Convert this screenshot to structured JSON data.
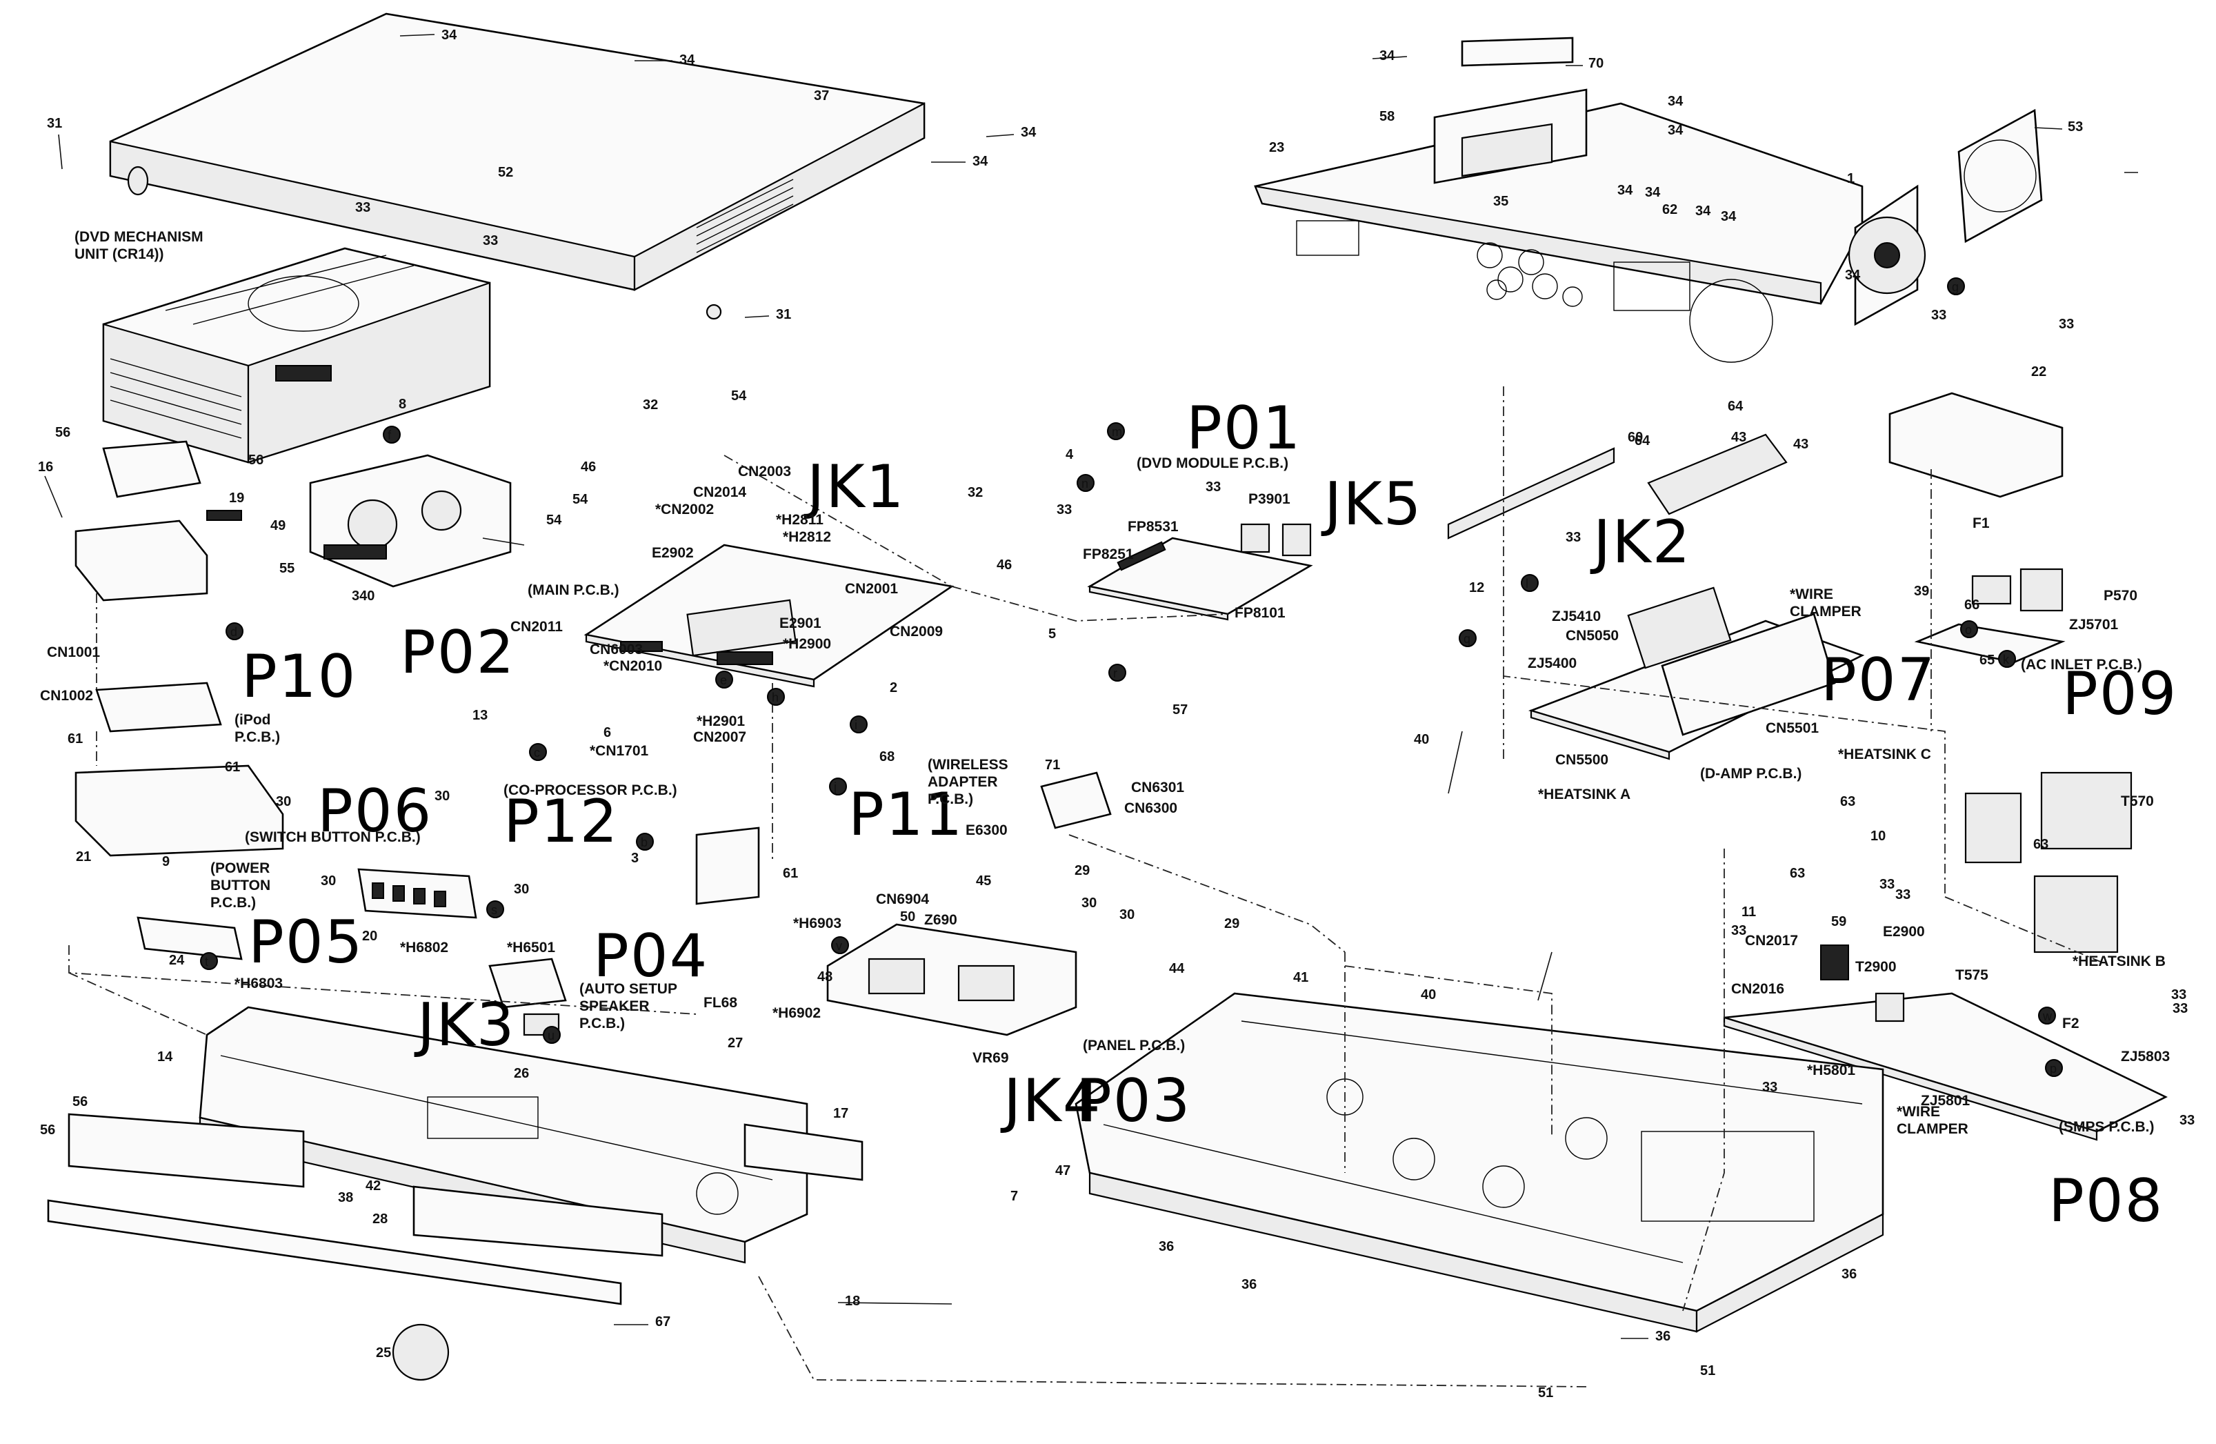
{
  "colors": {
    "ink": "#000000",
    "paper": "#ffffff"
  },
  "handwritten": [
    "P01",
    "P02",
    "P03",
    "P04",
    "P05",
    "P06",
    "P07",
    "P08",
    "P09",
    "P10",
    "P11",
    "P12",
    "JK1",
    "JK2",
    "JK3",
    "JK4",
    "JK5"
  ],
  "labels": [
    "(DVD MECHANISM",
    "UNIT (CR14))",
    "(MAIN P.C.B.)",
    "CN2014",
    "*CN2002",
    "CN2003",
    "*H2811",
    "*H2812",
    "CN2001",
    "CN2009",
    "E2902",
    "E2901",
    "*H2900",
    "CN2011",
    "CN6003",
    "*CN2010",
    "*H2901",
    "CN2007",
    "*CN1701",
    "(CO-PROCESSOR P.C.B.)",
    "(DVD MODULE P.C.B.)",
    "P3901",
    "FP8531",
    "FP8251",
    "FP8101",
    "CN1001",
    "CN1002",
    "(iPod",
    "P.C.B.)",
    "(SWITCH BUTTON P.C.B.)",
    "(POWER",
    "BUTTON",
    "P.C.B.)",
    "*H6802",
    "*H6803",
    "*H6501",
    "(AUTO SETUP",
    "SPEAKER",
    "P.C.B.)",
    "(WIRELESS",
    "ADAPTER",
    "P.C.B.)",
    "CN6301",
    "CN6300",
    "E6300",
    "CN6904",
    "Z690",
    "*H6903",
    "*H6902",
    "VR69",
    "(PANEL P.C.B.)",
    "FL68",
    "*WIRE",
    "CLAMPER",
    "ZJ5410",
    "CN5050",
    "ZJ5400",
    "CN5500",
    "CN5501",
    "*HEATSINK A",
    "(D-AMP P.C.B.)",
    "P570",
    "ZJ5701",
    "(AC INLET P.C.B.)",
    "F1",
    "*HEATSINK C",
    "T570",
    "*HEATSINK B",
    "CN2017",
    "CN2016",
    "E2900",
    "T2900",
    "T575",
    "F2",
    "ZJ5803",
    "*H5801",
    "ZJ5801",
    "*WIRE",
    "CLAMPER",
    "(SMPS P.C.B.)"
  ],
  "numbers": [
    "34",
    "34",
    "34",
    "34",
    "37",
    "31",
    "31",
    "52",
    "33",
    "33",
    "8",
    "56",
    "56",
    "16",
    "19",
    "49",
    "55",
    "340",
    "32",
    "46",
    "54",
    "54",
    "54",
    "32",
    "46",
    "5",
    "13",
    "6",
    "3",
    "2",
    "68",
    "61",
    "61",
    "61",
    "21",
    "30",
    "30",
    "30",
    "30",
    "9",
    "24",
    "20",
    "14",
    "26",
    "27",
    "17",
    "56",
    "56",
    "42",
    "38",
    "28",
    "25",
    "18",
    "67",
    "4",
    "33",
    "33",
    "71",
    "57",
    "29",
    "30",
    "30",
    "29",
    "45",
    "44",
    "50",
    "48",
    "41",
    "47",
    "40",
    "40",
    "7",
    "36",
    "36",
    "36",
    "36",
    "51",
    "51",
    "23",
    "34",
    "70",
    "58",
    "34",
    "34",
    "35",
    "34",
    "34",
    "62",
    "34",
    "34",
    "1",
    "53",
    "34",
    "33",
    "33",
    "22",
    "60",
    "64",
    "64",
    "43",
    "43",
    "33",
    "12",
    "39",
    "66",
    "65",
    "63",
    "63",
    "63",
    "10",
    "11",
    "33",
    "33",
    "59",
    "33",
    "33",
    "33",
    "33",
    "33"
  ],
  "markers": [
    "m",
    "n",
    "f",
    "d",
    "c",
    "e",
    "h",
    "i",
    "j",
    "r",
    "b",
    "g",
    "p",
    "s",
    "t",
    "u",
    "v",
    "l",
    "q",
    "o",
    "k",
    "w"
  ]
}
